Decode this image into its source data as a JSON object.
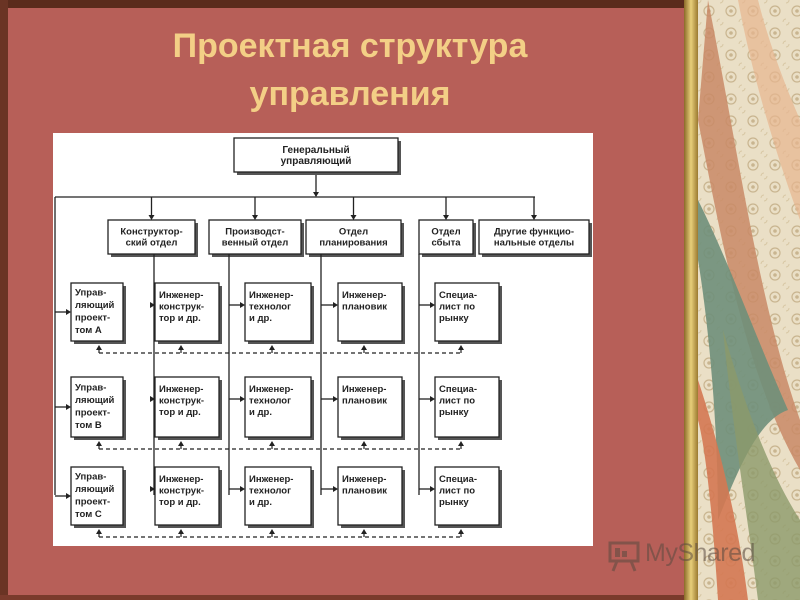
{
  "title": {
    "line1": "Проектная структура",
    "line2": "управления"
  },
  "diagram": {
    "root": {
      "lines": [
        "Генеральный",
        "управляющий"
      ]
    },
    "departments": [
      {
        "lines": [
          "Конструктор-",
          "ский отдел"
        ]
      },
      {
        "lines": [
          "Производст-",
          "венный отдел"
        ]
      },
      {
        "lines": [
          "Отдел",
          "планирования"
        ]
      },
      {
        "lines": [
          "Отдел",
          "сбыта"
        ]
      },
      {
        "lines": [
          "Другие функцио-",
          "нальные отделы"
        ]
      }
    ],
    "rows": [
      {
        "manager": [
          "Управ-",
          "ляющий",
          "проект-",
          "том  А"
        ],
        "staff": [
          [
            "Инженер-",
            "конструк-",
            "тор и др."
          ],
          [
            "Инженер-",
            "технолог",
            "и др."
          ],
          [
            "Инженер-",
            "плановик"
          ],
          [
            "Специа-",
            "лист по",
            "рынку"
          ]
        ]
      },
      {
        "manager": [
          "Управ-",
          "ляющий",
          "проект-",
          "том  В"
        ],
        "staff": [
          [
            "Инженер-",
            "конструк-",
            "тор и др."
          ],
          [
            "Инженер-",
            "технолог",
            "и др."
          ],
          [
            "Инженер-",
            "плановик"
          ],
          [
            "Специа-",
            "лист по",
            "рынку"
          ]
        ]
      },
      {
        "manager": [
          "Управ-",
          "ляющий",
          "проект-",
          "том  С"
        ],
        "staff": [
          [
            "Инженер-",
            "конструк-",
            "тор и др."
          ],
          [
            "Инженер-",
            "технолог",
            "и др."
          ],
          [
            "Инженер-",
            "плановик"
          ],
          [
            "Специа-",
            "лист по",
            "рынку"
          ]
        ]
      }
    ]
  },
  "watermark": {
    "text": "MyShared"
  },
  "colors": {
    "background": "#b75f58",
    "title": "#f3cf86",
    "diagram_ink": "#222222",
    "diagram_shadow": "#555555"
  }
}
